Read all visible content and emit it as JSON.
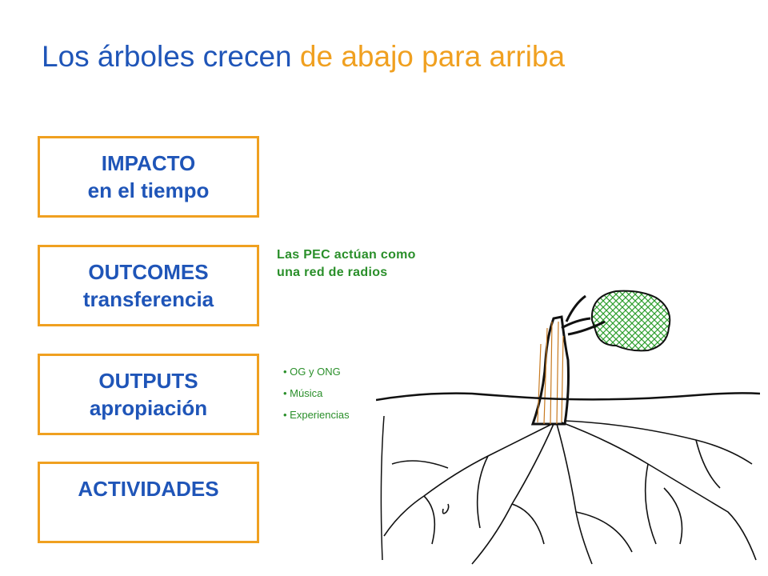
{
  "title": {
    "main": "Los árboles crecen",
    "accent": "de abajo para arriba"
  },
  "stages": [
    {
      "line1": "IMPACTO",
      "line2": "en el tiempo"
    },
    {
      "line1": "OUTCOMES",
      "line2": "transferencia"
    },
    {
      "line1": "OUTPUTS",
      "line2": "apropiación"
    },
    {
      "line1": "ACTIVIDADES",
      "line2": ""
    }
  ],
  "pec_note": "Las PEC actúan como una red de radios",
  "bullets": [
    "OG y ONG",
    "Música",
    "Experiencias"
  ],
  "colors": {
    "title": "#1f55b8",
    "accent": "#f0a020",
    "box_border": "#f0a020",
    "note": "#2a8f2a",
    "canopy": "#2e9e2e"
  },
  "illustration": {
    "icon": "tree-with-roots-icon"
  }
}
